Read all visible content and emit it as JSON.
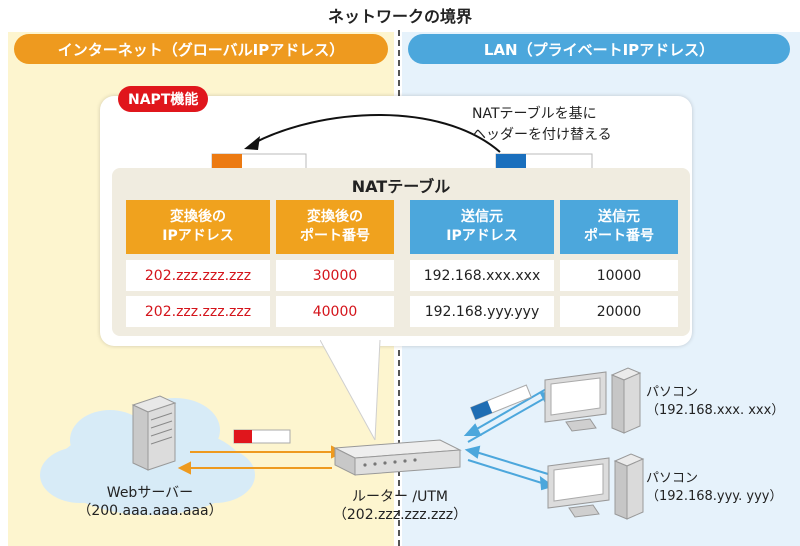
{
  "boundary_title": "ネットワークの境界",
  "zones": {
    "internet": "インターネット（グローバルIPアドレス）",
    "lan": "LAN（プライベートIPアドレス）"
  },
  "napt": {
    "label": "NAPT機能",
    "note_line1": "NATテーブルを基に",
    "note_line2": "ヘッダーを付け替える"
  },
  "nat_table": {
    "title": "NATテーブル",
    "headers": [
      {
        "line1": "変換後の",
        "line2": "IPアドレス"
      },
      {
        "line1": "変換後の",
        "line2": "ポート番号"
      },
      {
        "line1": "送信元",
        "line2": "IPアドレス"
      },
      {
        "line1": "送信元",
        "line2": "ポート番号"
      }
    ],
    "rows": [
      [
        "202.zzz.zzz.zzz",
        "30000",
        "192.168.xxx.xxx",
        "10000"
      ],
      [
        "202.zzz.zzz.zzz",
        "40000",
        "192.168.yyy.yyy",
        "20000"
      ]
    ]
  },
  "nodes": {
    "web_server": {
      "name": "Webサーバー",
      "address": "（200.aaa.aaa.aaa）"
    },
    "router": {
      "name": "ルーター /UTM",
      "address": "（202.zzz.zzz.zzz）"
    },
    "pc1": {
      "name": "パソコン",
      "address": "（192.168.xxx. xxx）"
    },
    "pc2": {
      "name": "パソコン",
      "address": "（192.168.yyy. yyy）"
    }
  },
  "colors": {
    "orange": "#ee9a1f",
    "blue": "#4ca7dc",
    "red": "#e0161c",
    "dark_blue": "#1f6db3"
  }
}
